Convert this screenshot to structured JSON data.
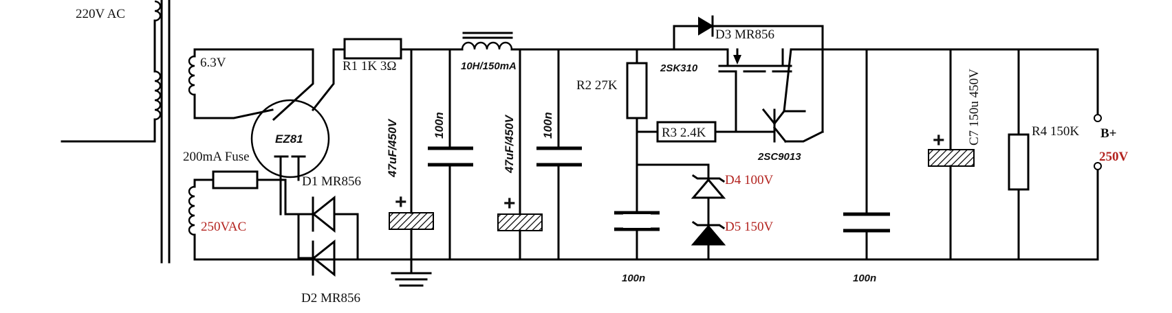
{
  "labels": {
    "mains": "220V AC",
    "heater": "6.3V",
    "secondary": "250VAC",
    "fuse": "200mA Fuse",
    "tube": "EZ81",
    "d1": "D1 MR856",
    "d2": "D2 MR856",
    "r1": "R1 1K 3Ω",
    "choke": "10H/150mA",
    "c1": "47uF/450V",
    "c2": "100n",
    "c3": "47uF/450V",
    "c4": "100n",
    "d3": "D3 MR856",
    "mosfet": "2SK310",
    "r2": "R2 27K",
    "r3": "R3 2.4K",
    "bjt": "2SC9013",
    "d4": "D4 100V",
    "d5": "D5 150V",
    "c5": "100n",
    "c6": "100n",
    "c7": "C7 150u 450V",
    "r4": "R4 150K",
    "bplus": "B+",
    "vout": "250V",
    "plus": "+"
  },
  "colors": {
    "wire": "#000000",
    "accent_red": "#b3231f"
  }
}
